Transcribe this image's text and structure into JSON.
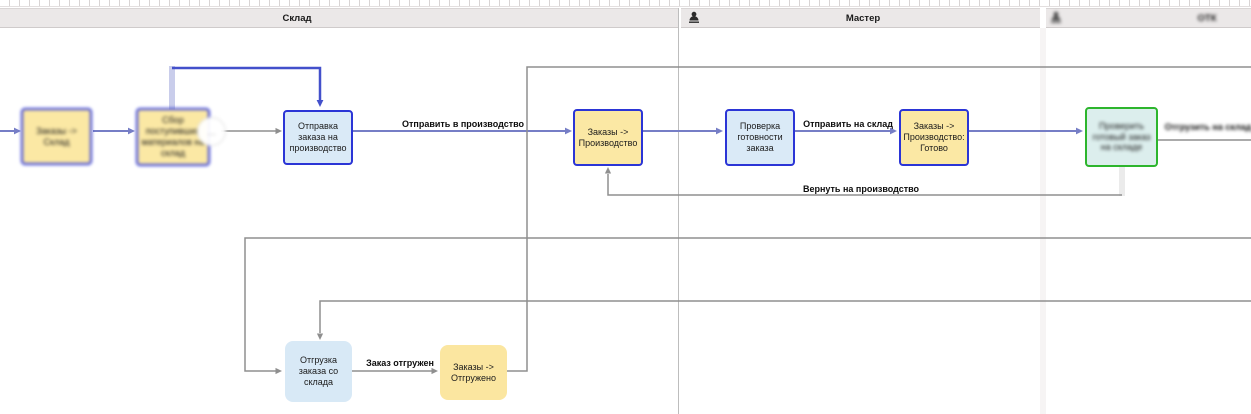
{
  "lanes": [
    {
      "title": "Склад"
    },
    {
      "title": "Мастер"
    },
    {
      "title": "ОТК"
    }
  ],
  "nodes": {
    "orders_to_warehouse": {
      "label": "Заказы -> Склад"
    },
    "collect_materials": {
      "label": "Сбор поступивших материалов на склад"
    },
    "send_order_to_production": {
      "label": "Отправка заказа на производство"
    },
    "orders_production": {
      "label": "Заказы -> Производство"
    },
    "check_order_ready": {
      "label": "Проверка готовности заказа"
    },
    "orders_production_ready": {
      "label": "Заказы -> Производство: Готово"
    },
    "check_order_at_warehouse": {
      "label": "Проверить готовый заказ на складе"
    },
    "ship_order_from_warehouse": {
      "label": "Отгрузка заказа со склада"
    },
    "orders_shipped": {
      "label": "Заказы -> Отгружено"
    }
  },
  "edge_labels": {
    "to_production": "Отправить в производство",
    "to_warehouse": "Отправить на склад",
    "return_to_production": "Вернуть на производство",
    "order_shipped": "Заказ отгружен",
    "ship_from_warehouse": "Отгрузить на склад"
  },
  "badge": {
    "glyph": "…"
  },
  "colors": {
    "flow_edge": "#767ec6",
    "plain_edge": "#8f8f8f",
    "selected_edge": "#4350cb",
    "node_border_blue": "#2b35d6",
    "node_border_green": "#2db52d",
    "node_fill_blue": "#daeaf7",
    "node_fill_yellow": "#fbe8a4",
    "lane_header_bg": "#ebe8e8"
  }
}
